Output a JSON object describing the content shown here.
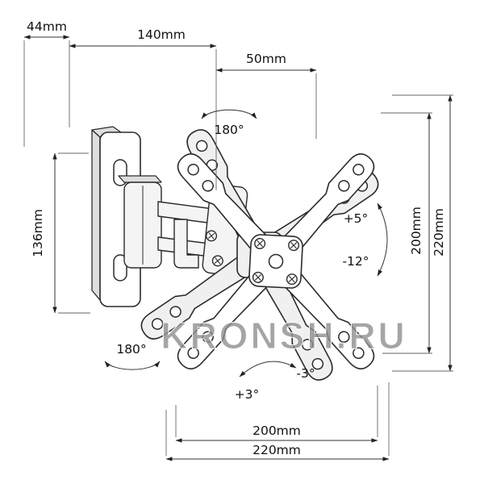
{
  "diagram": {
    "watermark": "KRONSH.RU",
    "dimensions": {
      "depth_44": "44mm",
      "arm_140": "140mm",
      "offset_50": "50mm",
      "plate_height_136": "136mm",
      "right_inner_200": "200mm",
      "right_outer_220": "220mm",
      "bottom_inner_200": "200mm",
      "bottom_outer_220": "220mm"
    },
    "angles": {
      "swivel_top_180": "180°",
      "swivel_bottom_180": "180°",
      "tilt_up": "+5°",
      "tilt_down": "-12°",
      "roll_plus": "+3°",
      "roll_minus": "-3°"
    }
  }
}
